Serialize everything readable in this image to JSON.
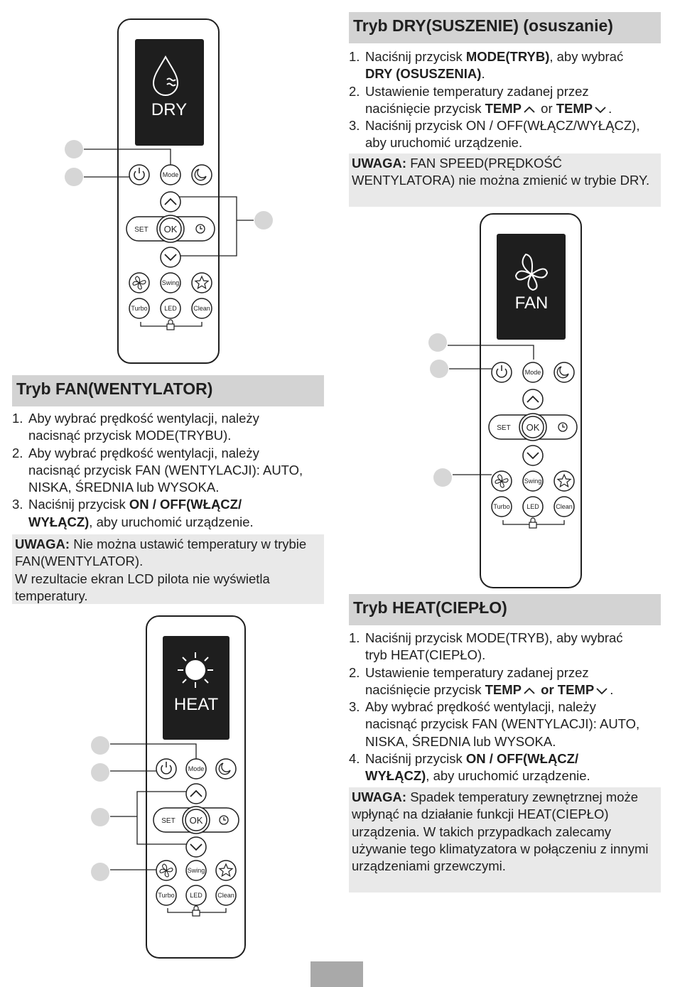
{
  "dry": {
    "title": "Tryb DRY(SUSZENIE) (osuszanie)",
    "steps": [
      {
        "num": "1.",
        "a": "Naciśnij przycisk ",
        "b": "MODE(TRYB)",
        "c": ", aby wybrać",
        "d": "DRY (OSUSZENIA)",
        "e": "."
      },
      {
        "num": "2.",
        "a": "Ustawienie temperatury zadanej przez",
        "b": "naciśnięcie przycisk ",
        "c": "TEMP",
        "d": " or ",
        "e": "TEMP",
        "f": "."
      },
      {
        "num": "3.",
        "a": "Naciśnij przycisk ON / OFF(WŁĄCZ/WYŁĄCZ),",
        "b": "aby uruchomić urządzenie."
      }
    ],
    "note_label": "UWAGA:",
    "note_text": " FAN SPEED(PRĘDKOŚĆ WENTYLATORA) nie można zmienić w trybie DRY."
  },
  "fan": {
    "title": "Tryb FAN(WENTYLATOR)",
    "steps": [
      {
        "num": "1.",
        "a": "Aby wybrać prędkość wentylacji, należy",
        "b": "nacisnąć przycisk MODE(TRYBU)."
      },
      {
        "num": "2.",
        "a": "Aby wybrać prędkość wentylacji, należy",
        "b": "nacisnąć przycisk FAN (WENTYLACJI): AUTO,",
        "c": "NISKA, ŚREDNIA  lub WYSOKA."
      },
      {
        "num": "3.",
        "a": "Naciśnij przycisk ",
        "b": "ON / OFF(WŁĄCZ/",
        "c": "WYŁĄCZ)",
        "d": ", aby uruchomić urządzenie."
      }
    ],
    "note_label": "UWAGA:",
    "note_text": " Nie można ustawić temperatury w trybie FAN(WENTYLATOR).",
    "note_text2": "W rezultacie ekran LCD pilota nie wyświetla temperatury."
  },
  "heat": {
    "title": "Tryb HEAT(CIEPŁO)",
    "steps": [
      {
        "num": "1.",
        "a": "Naciśnij przycisk MODE(TRYB), aby wybrać",
        "b": "tryb HEAT(CIEPŁO)."
      },
      {
        "num": "2.",
        "a": "Ustawienie temperatury zadanej przez",
        "b": "naciśnięcie przycisk ",
        "c": "TEMP",
        "d": " or TEMP",
        "e": "."
      },
      {
        "num": "3.",
        "a": "Aby wybrać prędkość wentylacji, należy",
        "b": "nacisnąć przycisk FAN (WENTYLACJI): AUTO,",
        "c": "NISKA, ŚREDNIA  lub WYSOKA."
      },
      {
        "num": "4.",
        "a": "Naciśnij przycisk ",
        "b": "ON / OFF(WŁĄCZ/",
        "c": "WYŁĄCZ)",
        "d": ", aby uruchomić urządzenie."
      }
    ],
    "note_label": "UWAGA:",
    "note_text": " Spadek temperatury zewnętrznej może wpłynąć na działanie funkcji HEAT(CIEPŁO) urządzenia. W takich przypadkach zalecamy używanie tego klimatyzatora w połączeniu z innymi urządzeniami grzewczymi."
  },
  "remote": {
    "btn_mode": "Mode",
    "btn_set": "SET",
    "btn_ok": "OK",
    "btn_swing": "Swing",
    "btn_turbo": "Turbo",
    "btn_led": "LED",
    "btn_clean": "Clean"
  },
  "screens": {
    "dry": "DRY",
    "fan": "FAN",
    "heat": "HEAT"
  },
  "colors": {
    "section_bg": "#d3d3d3",
    "note_bg": "#e9e9e9",
    "callout": "#d6d6d6",
    "screen": "#1e1e1e"
  }
}
